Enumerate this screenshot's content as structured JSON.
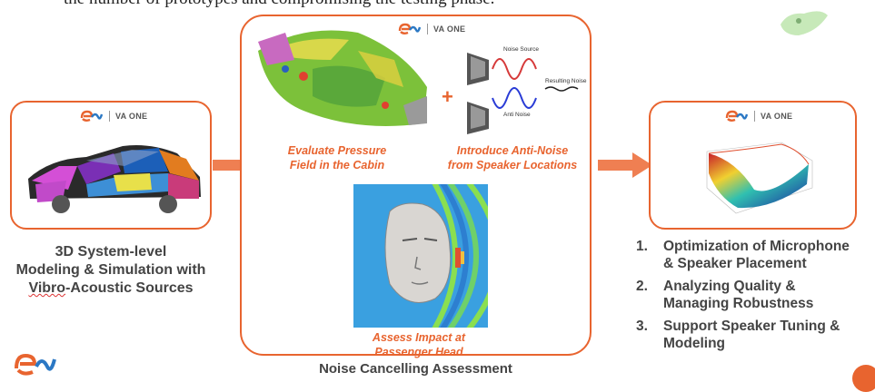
{
  "top_text": "the number of prototypes and compromising the testing phase.",
  "logo": {
    "brand_icon": "esi-logo-icon",
    "product": "VA ONE"
  },
  "left_panel": {
    "caption_line1": "3D System-level",
    "caption_line2": "Modeling & Simulation with",
    "caption_line3_prefix": "Vibro",
    "caption_line3_suffix": "-Acoustic Sources"
  },
  "center_panel": {
    "noise_source": "Noise Source",
    "resulting_noise": "Resulting Noise",
    "anti_noise": "Anti Noise",
    "plus": "+",
    "caption_evaluate_1": "Evaluate Pressure",
    "caption_evaluate_2": "Field in the Cabin",
    "caption_introduce_1": "Introduce Anti-Noise",
    "caption_introduce_2": "from Speaker Locations",
    "caption_assess_1": "Assess Impact at",
    "caption_assess_2": "Passenger Head",
    "title": "Noise Cancelling Assessment"
  },
  "right_panel": {
    "items": [
      {
        "num": "1.",
        "line1": "Optimization of Microphone",
        "line2": "& Speaker Placement"
      },
      {
        "num": "2.",
        "line1": "Analyzing Quality &",
        "line2": "Managing Robustness"
      },
      {
        "num": "3.",
        "line1": "Support Speaker Tuning &",
        "line2": "Modeling"
      }
    ]
  },
  "colors": {
    "accent": "#e8642f",
    "logo_blue": "#2b78c4"
  }
}
